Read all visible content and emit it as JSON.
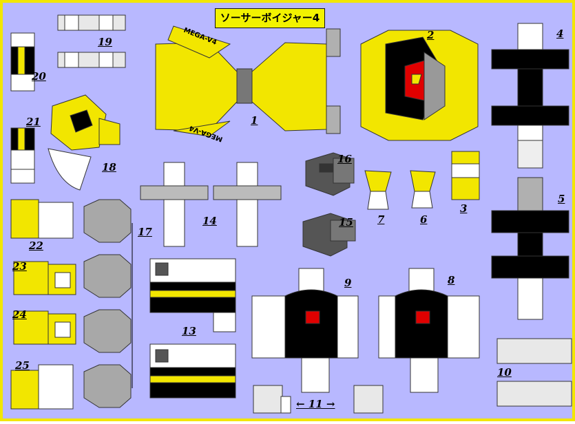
{
  "title": "ソーサーボイジャー4",
  "logo_text": "MEGA-V4",
  "part_numbers": [
    "1",
    "2",
    "4",
    "5",
    "3",
    "6",
    "7",
    "8",
    "9",
    "10",
    "11",
    "13",
    "14",
    "15",
    "16",
    "17",
    "18",
    "19",
    "20",
    "21",
    "22",
    "23",
    "24",
    "25"
  ],
  "arrow_label": "← 11 →",
  "colors": {
    "background": "#b8b8ff",
    "border": "#f2e600",
    "part_yellow": "#f2e600",
    "part_black": "#000000",
    "part_white": "#ffffff",
    "part_gray": "#a8a8a8",
    "accent_red": "#e00000"
  }
}
